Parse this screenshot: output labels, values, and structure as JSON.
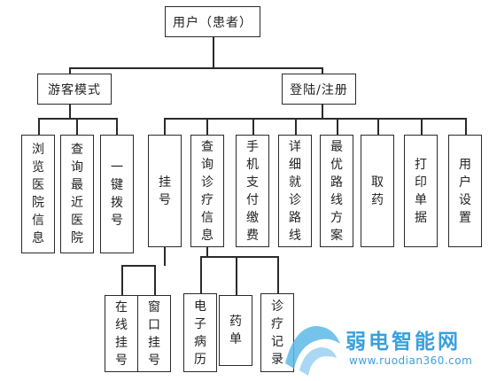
{
  "root": "用户（患者）",
  "guest": {
    "label": "游客模式",
    "children": [
      "浏览医院信息",
      "查询最近医院",
      "一键拨号"
    ]
  },
  "login": {
    "label": "登陆/注册",
    "children": [
      "挂号",
      "查询诊疗信息",
      "手机支付缴费",
      "详细就诊路线",
      "最优路线方案",
      "取药",
      "打印单据",
      "用户设置"
    ]
  },
  "register_children": [
    "在线挂号",
    "窗口挂号"
  ],
  "query_children": [
    "电子病历",
    "药单",
    "诊疗记录"
  ],
  "watermark": {
    "logo_text": "弱电智能网",
    "url": "www.ruodian360.com"
  }
}
